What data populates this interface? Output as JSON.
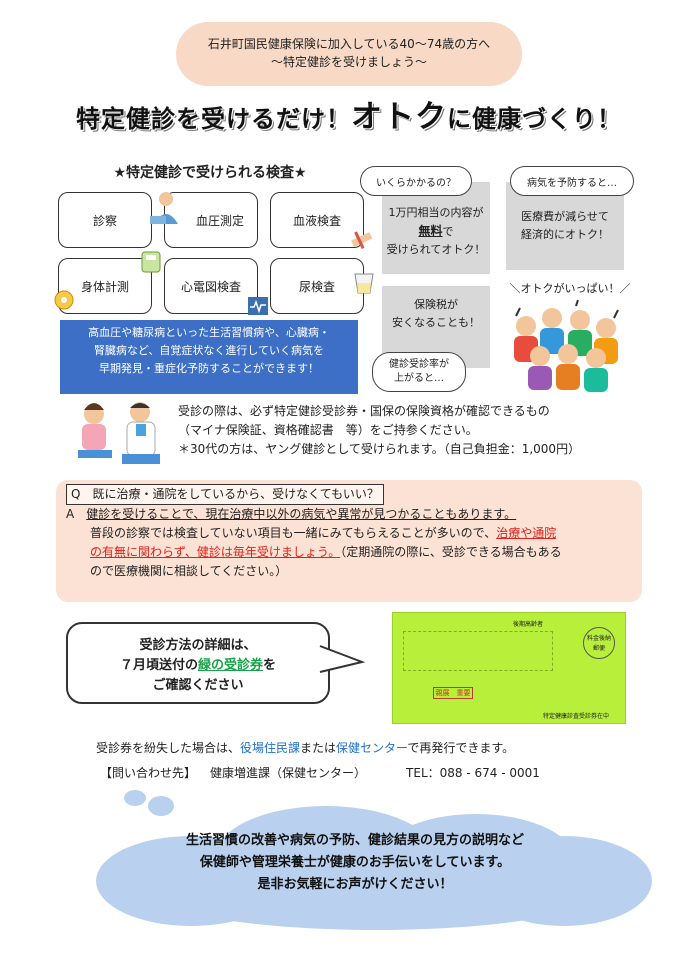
{
  "header": {
    "line1": "石井町国民健康保険に加入している40～74歳の方へ",
    "line2": "～特定健診を受けましょう～",
    "headline_part1": "特定健診を受けるだけ！",
    "headline_part2": "オトク",
    "headline_part3": "に健康づくり！"
  },
  "exams": {
    "title": "★特定健診で受けられる検査★",
    "items": [
      "診察",
      "血圧測定",
      "血液検査",
      "身体計測",
      "心電図検査",
      "尿検査"
    ],
    "description_lines": [
      "高血圧や糖尿病といった生活習慣病や、心臓病・",
      "腎臓病など、自覚症状なく進行していく病気を",
      "早期発見・重症化予防することができます！"
    ]
  },
  "benefits": {
    "bubble_cost": "いくらかかるの？",
    "cost_line1": "1万円相当の内容が",
    "cost_line2": "無料",
    "cost_line2_suffix": "で",
    "cost_line3": "受けられてオトク！",
    "bubble_prevent": "病気を予防すると…",
    "prevent_line1": "医療費が減らせて",
    "prevent_line2": "経済的にオトク！",
    "tax_line1": "保険税が",
    "tax_line2": "安くなることも！",
    "bubble_rate_line1": "健診受診率が",
    "bubble_rate_line2": "上がると…",
    "otoku_label": "＼オトクがいっぱい！／"
  },
  "notice": {
    "line1": "受診の際は、必ず特定健診受診券・国保の保険資格が確認できるもの",
    "line2": "（マイナ保険証、資格確認書　等）をご持参ください。",
    "line3": "＊30代の方は、ヤング健診として受けられます。（自己負担金：1,000円）"
  },
  "qa": {
    "q": "Q　既に治療・通院をしているから、受けなくてもいい？",
    "a_prefix": "A　",
    "a_underlined": "健診を受けることで、現在治療中以外の病気や異常が見つかることもあります。",
    "a_line2": "普段の診察では検査していない項目も一緒にみてもらえることが多いので、",
    "a_red1": "治療や通院",
    "a_red2": "の有無に関わらず、健診は毎年受けましょう。",
    "a_line3_rest": "（定期通院の際に、受診できる場合もある",
    "a_line4": "ので医療機関に相談してください。）"
  },
  "speech": {
    "line1": "受診方法の詳細は、",
    "line2_prefix": "７月頃送付の",
    "line2_green": "緑の受診券",
    "line2_suffix": "を",
    "line3": "ご確認ください"
  },
  "envelope": {
    "top_label": "後期高齢者",
    "stamp_line1": "料金後納",
    "stamp_line2": "郵便",
    "red_label": "親展　重要",
    "bottom_label": "特定健康診査受診券在中"
  },
  "reissue": {
    "prefix": "受診券を紛失した場合は、",
    "office1": "役場住民課",
    "middle": "または",
    "office2": "保健センター",
    "suffix": "で再発行できます。"
  },
  "contact": {
    "label": "【問い合わせ先】",
    "dept": "健康増進課（保健センター）",
    "tel": "TEL：088 - 674 - 0001"
  },
  "cloud": {
    "line1": "生活習慣の改善や病気の予防、健診結果の見方の説明など",
    "line2": "保健師や管理栄養士が健康のお手伝いをしています。",
    "line3": "是非お気軽にお声がけください！"
  },
  "colors": {
    "banner": "#f7d9c6",
    "blue_box": "#3d6fc6",
    "qa_bg": "#fbe2d4",
    "cloud": "#b9d1ee",
    "envelope": "#b7ef3a",
    "red": "#e0221c",
    "green": "#16a34a",
    "link_blue": "#1e6fd1"
  }
}
